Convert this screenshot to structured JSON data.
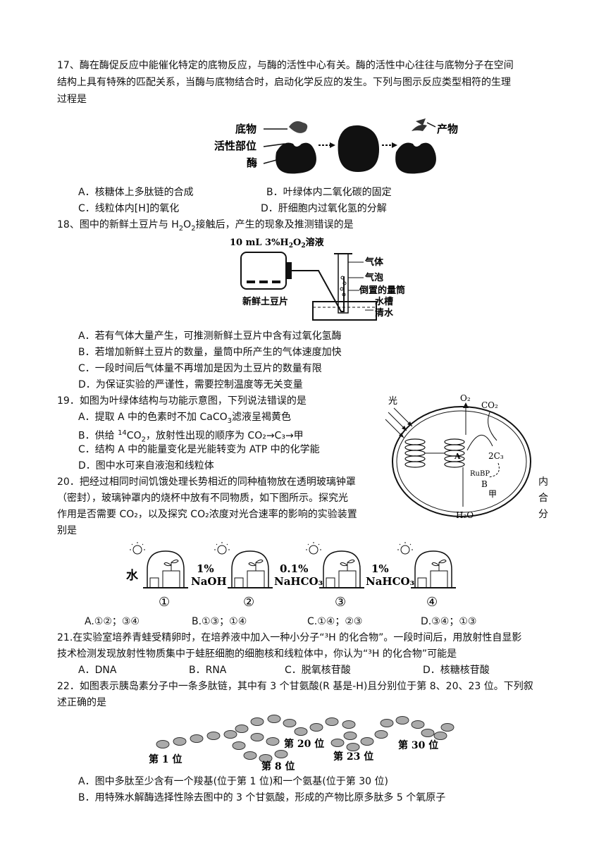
{
  "q17": {
    "stem": [
      "17、酶在酶促反应中能催化特定的底物反应，与酶的活性中心有关。酶的活性中心往往与底物分子在空间",
      "结构上具有特殊的匹配关系，当酶与底物结合时，启动化学反应的发生。下列与图示反应类型相符的生理",
      "过程是"
    ],
    "fig": {
      "substrate": "底物",
      "active_site": "活性部位",
      "enzyme": "酶",
      "product": "产物"
    },
    "options": {
      "a": "A．核糖体上多肽链的合成",
      "b": "B．叶绿体内二氧化碳的固定",
      "c": "C．线粒体内[H]的氧化",
      "d": "D．肝细胞内过氧化氢的分解"
    }
  },
  "q18": {
    "stem_pre": "18、图中的新鲜土豆片与 H",
    "stem_sub": "2",
    "stem_mid": "O",
    "stem_sub2": "2",
    "stem_post": "接触后，产生的现象及推测错误的是",
    "fig": {
      "solution_pre": "10 mL 3%H",
      "solution_sub": "2",
      "solution_mid": "O",
      "solution_sub2": "2",
      "solution_post": "溶液",
      "potato": "新鲜土豆片",
      "gas": "气体",
      "bubble": "气泡",
      "cylinder": "倒置的量筒",
      "tank": "水槽",
      "water": "清水"
    },
    "options": {
      "a": "A．若有气体大量产生，可推测新鲜土豆片中含有过氧化氢酶",
      "b": "B．若增加新鲜土豆片的数量，量筒中所产生的气体速度加快",
      "c": "C．一段时间后气体量不再增加是因为土豆片的数量有限",
      "d": "D．为保证实验的严谨性，需要控制温度等无关变量"
    }
  },
  "q19": {
    "stem": "19．如图为叶绿体结构与功能示意图，下列说法错误的是",
    "options": {
      "a_pre": "A．提取 A 中的色素时不加 CaCO",
      "a_sub": "3",
      "a_post": "滤液呈褐黄色",
      "b_pre": "B．供给 ",
      "b_sup": "14",
      "b_mid": "CO",
      "b_sub": "2",
      "b_post": "，放射性出现的顺序为 CO₂→C₃→甲",
      "c": "C．结构 A 中的能量变化是光能转变为 ATP 中的化学能",
      "d": "D．图中水可来自液泡和线粒体"
    },
    "fig": {
      "light": "光",
      "o2": "O₂",
      "co2": "CO₂",
      "c3": "2C₃",
      "a": "A",
      "rubp": "RuBP",
      "b": "B",
      "jia": "甲",
      "h2o": "H₂O"
    }
  },
  "q20": {
    "line1": "20．把经过相同时间饥饿处理长势相近的同种植物放在透明玻璃钟罩",
    "line1_end": "内",
    "line2": "（密封），玻璃钟罩内的烧杯中放有不同物质，如下图所示。探究光",
    "line2_end": "合",
    "line3": "作用是否需要 CO₂，以及探究 CO₂浓度对光合速率的影响的实验装置",
    "line3_end": "分",
    "line4": "别是",
    "devices": [
      {
        "label1": "水",
        "label2": "",
        "num": "①"
      },
      {
        "label1": "1%",
        "label2": "NaOH",
        "num": "②"
      },
      {
        "label1": "0.1%",
        "label2": "NaHCO₃",
        "num": "③"
      },
      {
        "label1": "1%",
        "label2": "NaHCO₃",
        "num": "④"
      }
    ],
    "options": {
      "a": "A.①②；③④",
      "b": "B.①③；①④",
      "c": "C.①④；②③",
      "d": "D.③④；①③"
    }
  },
  "q21": {
    "stem": [
      "21.在实验室培养青蛙受精卵时，在培养液中加入一种小分子“³H 的化合物”。一段时间后，用放射性自显影",
      "技术检测发现放射性物质集中于蛙胚细胞的细胞核和线粒体中，你认为“³H 的化合物”可能是"
    ],
    "options": {
      "a": "A．DNA",
      "b": "B．RNA",
      "c": "C．脱氧核苷酸",
      "d": "D．核糖核苷酸"
    }
  },
  "q22": {
    "stem": [
      "22．如图表示胰岛素分子中一条多肽链，其中有 3 个甘氨酸(R 基是-H)且分别位于第 8、20、23 位。下列叙",
      "述正确的是"
    ],
    "fig": {
      "p1": "第 1 位",
      "p8": "第 8 位",
      "p20": "第 20 位",
      "p23": "第 23 位",
      "p30": "第 30 位"
    },
    "options": {
      "a": "A．图中多肽至少含有一个羧基(位于第 1 位)和一个氨基(位于第 30 位)",
      "b": "B．用特殊水解酶选择性除去图中的 3 个甘氨酸，形成的产物比原多肽多 5 个氧原子"
    }
  }
}
